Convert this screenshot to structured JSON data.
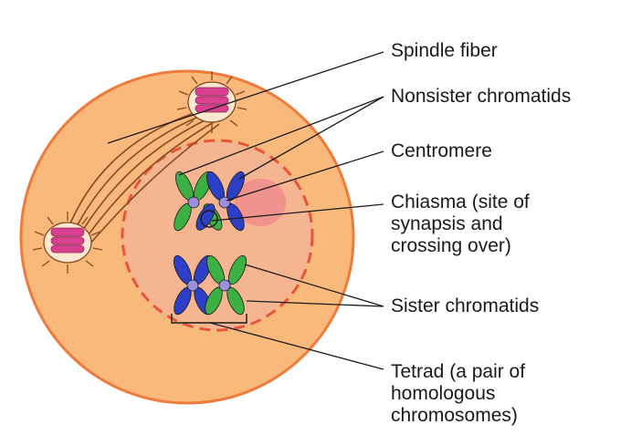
{
  "labels": {
    "spindle_fiber": "Spindle fiber",
    "nonsister_chromatids": "Nonsister chromatids",
    "centromere": "Centromere",
    "chiasma": [
      "Chiasma (site of",
      "synapsis and",
      "crossing over)"
    ],
    "sister_chromatids": "Sister chromatids",
    "tetrad": [
      "Tetrad (a pair of",
      "homologous",
      "chromosomes)"
    ]
  },
  "colors": {
    "cell_fill": "#f8b97a",
    "cell_border": "#f07a3a",
    "nucleus_fill": "#f6b591",
    "nucleus_border": "#e8553a",
    "spindle": "#8a4a22",
    "centrosome": "#d9408f",
    "chromatid_green": "#3cb043",
    "chromatid_blue": "#2d3fc4",
    "centromere": "#9b8fe0",
    "nucleolus": "#f08c8c"
  }
}
